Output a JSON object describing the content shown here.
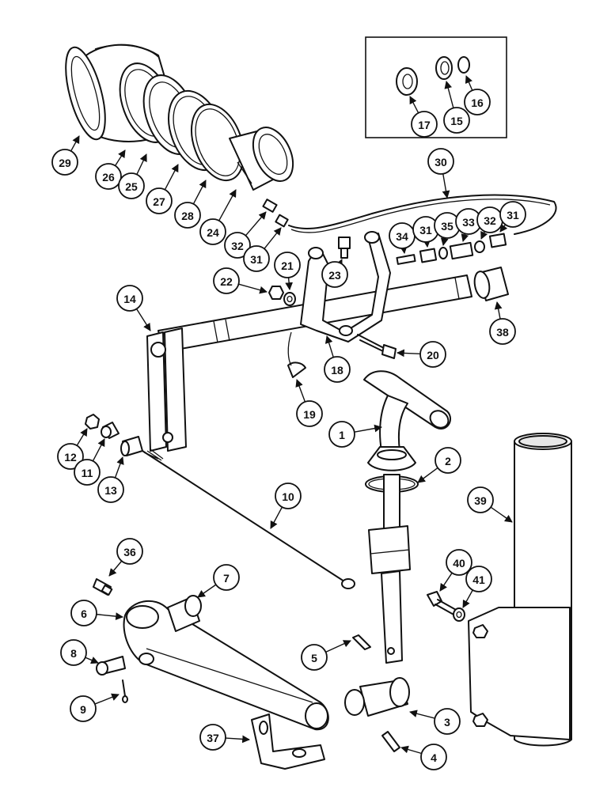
{
  "diagram": {
    "callouts": [
      {
        "id": "c29",
        "label": "29"
      },
      {
        "id": "c26",
        "label": "26"
      },
      {
        "id": "c25",
        "label": "25"
      },
      {
        "id": "c27",
        "label": "27"
      },
      {
        "id": "c28",
        "label": "28"
      },
      {
        "id": "c24",
        "label": "24"
      },
      {
        "id": "c32a",
        "label": "32"
      },
      {
        "id": "c31a",
        "label": "31"
      },
      {
        "id": "c17",
        "label": "17"
      },
      {
        "id": "c15",
        "label": "15"
      },
      {
        "id": "c16",
        "label": "16"
      },
      {
        "id": "c30",
        "label": "30"
      },
      {
        "id": "c34",
        "label": "34"
      },
      {
        "id": "c31b",
        "label": "31"
      },
      {
        "id": "c35",
        "label": "35"
      },
      {
        "id": "c33",
        "label": "33"
      },
      {
        "id": "c32b",
        "label": "32"
      },
      {
        "id": "c31c",
        "label": "31"
      },
      {
        "id": "c21",
        "label": "21"
      },
      {
        "id": "c22",
        "label": "22"
      },
      {
        "id": "c23",
        "label": "23"
      },
      {
        "id": "c38",
        "label": "38"
      },
      {
        "id": "c14",
        "label": "14"
      },
      {
        "id": "c20",
        "label": "20"
      },
      {
        "id": "c18",
        "label": "18"
      },
      {
        "id": "c19",
        "label": "19"
      },
      {
        "id": "c1",
        "label": "1"
      },
      {
        "id": "c2",
        "label": "2"
      },
      {
        "id": "c12",
        "label": "12"
      },
      {
        "id": "c11",
        "label": "11"
      },
      {
        "id": "c13",
        "label": "13"
      },
      {
        "id": "c10",
        "label": "10"
      },
      {
        "id": "c39",
        "label": "39"
      },
      {
        "id": "c36",
        "label": "36"
      },
      {
        "id": "c7",
        "label": "7"
      },
      {
        "id": "c6",
        "label": "6"
      },
      {
        "id": "c40",
        "label": "40"
      },
      {
        "id": "c41",
        "label": "41"
      },
      {
        "id": "c8",
        "label": "8"
      },
      {
        "id": "c5",
        "label": "5"
      },
      {
        "id": "c9",
        "label": "9"
      },
      {
        "id": "c3",
        "label": "3"
      },
      {
        "id": "c37",
        "label": "37"
      },
      {
        "id": "c4",
        "label": "4"
      }
    ]
  }
}
